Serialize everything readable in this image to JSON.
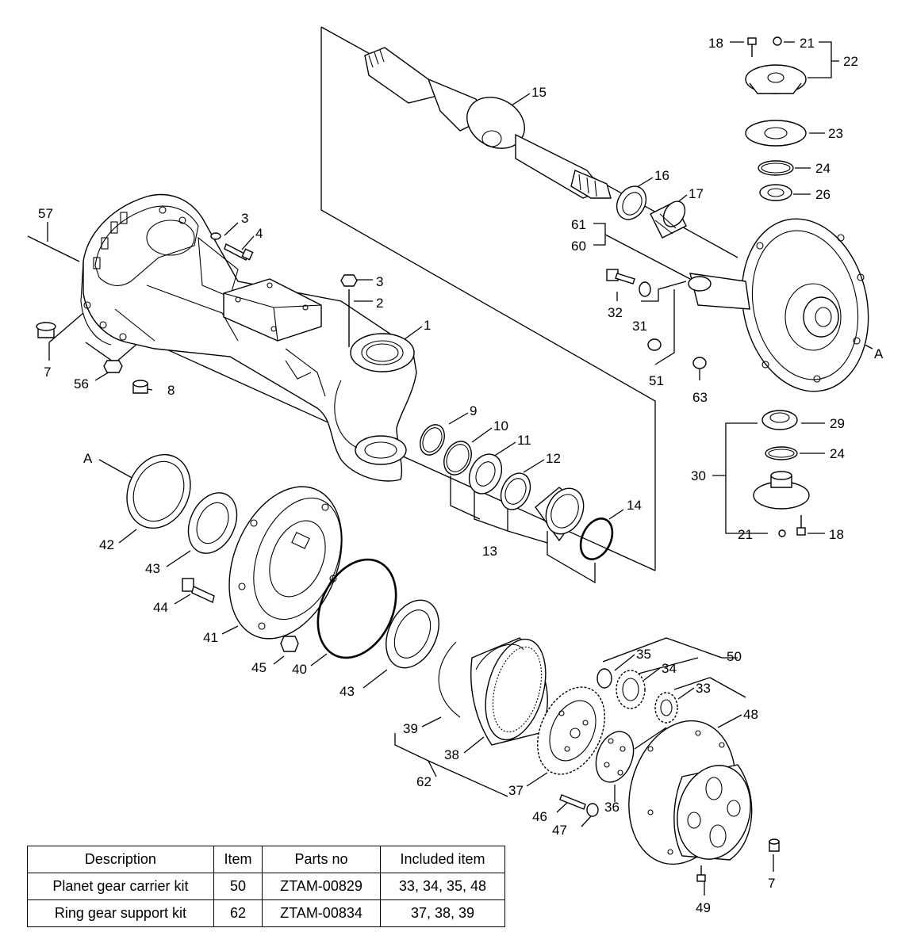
{
  "callouts": {
    "l1": "1",
    "l2": "2",
    "l3a": "3",
    "l3b": "3",
    "l4": "4",
    "l7a": "7",
    "l7b": "7",
    "l8": "8",
    "l9": "9",
    "l10": "10",
    "l11": "11",
    "l12": "12",
    "l13": "13",
    "l14": "14",
    "l15": "15",
    "l16": "16",
    "l17": "17",
    "l18a": "18",
    "l18b": "18",
    "l21a": "21",
    "l21b": "21",
    "l22": "22",
    "l23": "23",
    "l24a": "24",
    "l24b": "24",
    "l26": "26",
    "l29": "29",
    "l30": "30",
    "l31": "31",
    "l32": "32",
    "l33": "33",
    "l34": "34",
    "l35": "35",
    "l36": "36",
    "l37": "37",
    "l38": "38",
    "l39": "39",
    "l40": "40",
    "l41": "41",
    "l42": "42",
    "l43a": "43",
    "l43b": "43",
    "l44": "44",
    "l45": "45",
    "l46": "46",
    "l47": "47",
    "l48": "48",
    "l49": "49",
    "l50": "50",
    "l51": "51",
    "l56": "56",
    "l57": "57",
    "l60": "60",
    "l61": "61",
    "l62": "62",
    "l63": "63",
    "refA1": "A",
    "refA2": "A"
  },
  "kit_table": {
    "headers": [
      "Description",
      "Item",
      "Parts no",
      "Included item"
    ],
    "rows": [
      [
        "Planet gear carrier kit",
        "50",
        "ZTAM-00829",
        "33, 34, 35, 48"
      ],
      [
        "Ring gear support kit",
        "62",
        "ZTAM-00834",
        "37, 38, 39"
      ]
    ]
  }
}
